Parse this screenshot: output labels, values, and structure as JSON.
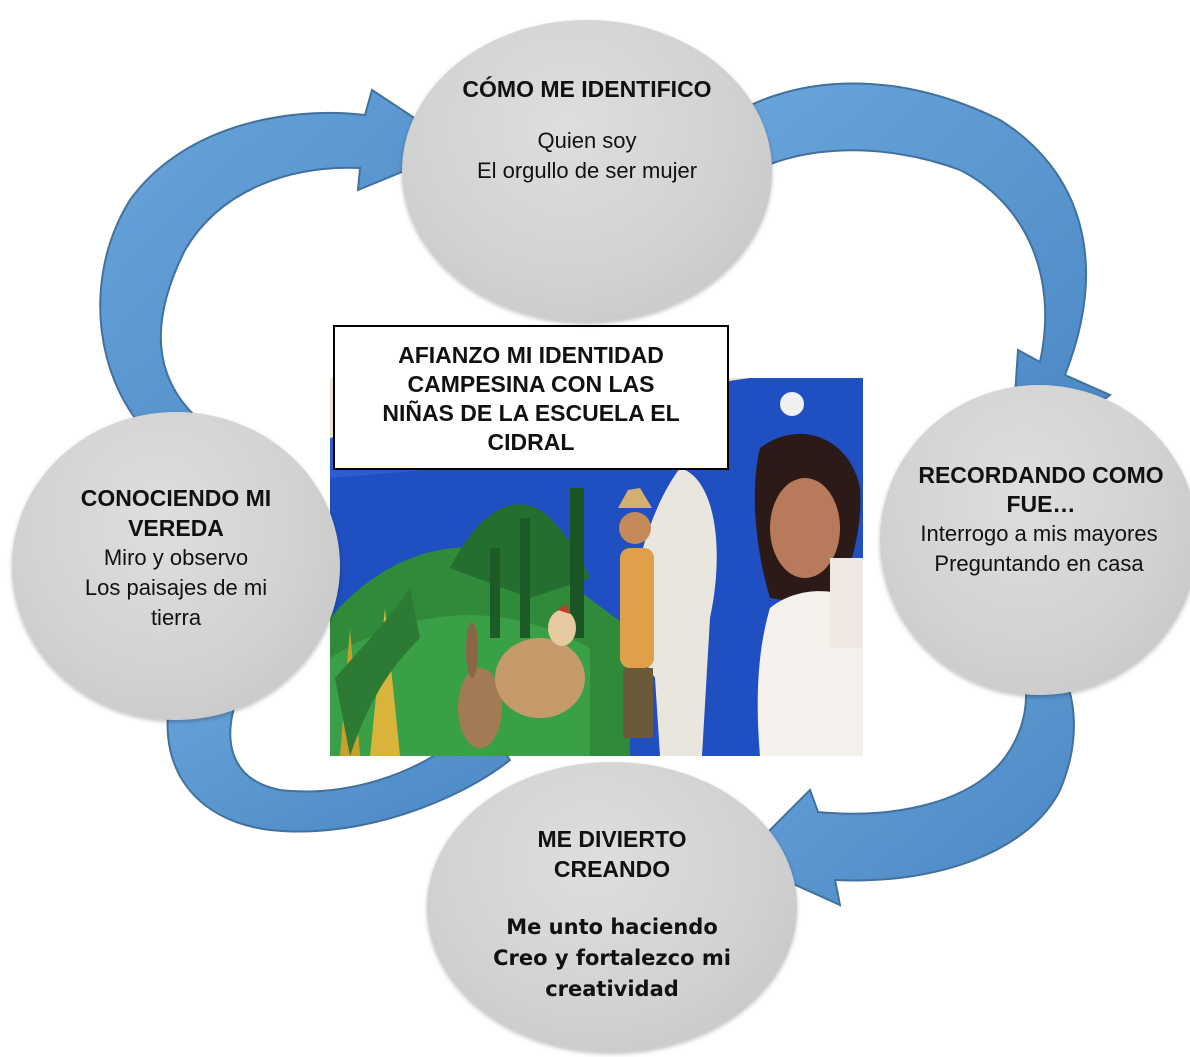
{
  "center": {
    "title_lines": [
      "AFIANZO MI IDENTIDAD",
      "CAMPESINA CON LAS",
      "NIÑAS DE LA ESCUELA EL",
      "CIDRAL"
    ]
  },
  "nodes": {
    "top": {
      "title": "CÓMO ME IDENTIFICO",
      "lines": [
        "Quien soy",
        "El orgullo de ser mujer"
      ]
    },
    "right": {
      "title_lines": [
        "RECORDANDO COMO",
        "FUE…"
      ],
      "lines": [
        "Interrogo a mis mayores",
        "Preguntando en casa"
      ]
    },
    "bottom": {
      "title_lines": [
        "ME DIVIERTO",
        "CREANDO"
      ],
      "lines": [
        "Me unto haciendo",
        "Creo y fortalezco mi",
        "creatividad"
      ]
    },
    "left": {
      "title_lines": [
        "CONOCIENDO MI",
        "VEREDA"
      ],
      "lines": [
        "Miro y observo",
        "Los paisajes de mi",
        "tierra"
      ]
    }
  },
  "colors": {
    "arrow_fill": "#5b9bd5",
    "arrow_edge": "#41719c",
    "circle_fill": "#d3d3d3",
    "mural_sky": "#1f4fc0"
  }
}
